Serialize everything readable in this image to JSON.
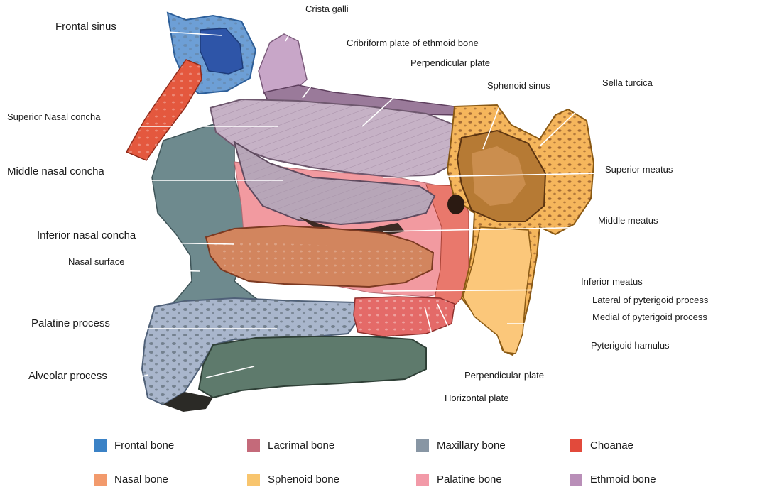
{
  "labels": {
    "frontal_sinus": "Frontal sinus",
    "crista_galli": "Crista galli",
    "cribriform_plate": "Cribriform plate of ethmoid bone",
    "perpendicular_plate_top": "Perpendicular plate",
    "sphenoid_sinus": "Sphenoid sinus",
    "sella_turcica": "Sella turcica",
    "superior_nasal_concha": "Superior Nasal concha",
    "middle_nasal_concha": "Middle nasal concha",
    "superior_meatus": "Superior meatus",
    "middle_meatus": "Middle meatus",
    "inferior_nasal_concha": "Inferior nasal concha",
    "nasal_surface": "Nasal surface",
    "inferior_meatus": "Inferior meatus",
    "lateral_pterygoid": "Lateral of pyterigoid process",
    "medial_pterygoid": "Medial of pyterigoid process",
    "palatine_process": "Palatine process",
    "pterygoid_hamulus": "Pyterigoid hamulus",
    "alveolar_process": "Alveolar process",
    "perpendicular_plate_bottom": "Perpendicular plate",
    "horizontal_plate": "Horizontal plate"
  },
  "legend": [
    {
      "label": "Frontal bone",
      "color": "#3b82c6"
    },
    {
      "label": "Lacrimal bone",
      "color": "#c46a7a"
    },
    {
      "label": "Maxillary bone",
      "color": "#8896a4"
    },
    {
      "label": "Choanae",
      "color": "#e24a3b"
    },
    {
      "label": "Nasal bone",
      "color": "#f29a6c"
    },
    {
      "label": "Sphenoid bone",
      "color": "#f8c56e"
    },
    {
      "label": "Palatine bone",
      "color": "#f29aa8"
    },
    {
      "label": "Ethmoid bone",
      "color": "#b98fb8"
    }
  ]
}
